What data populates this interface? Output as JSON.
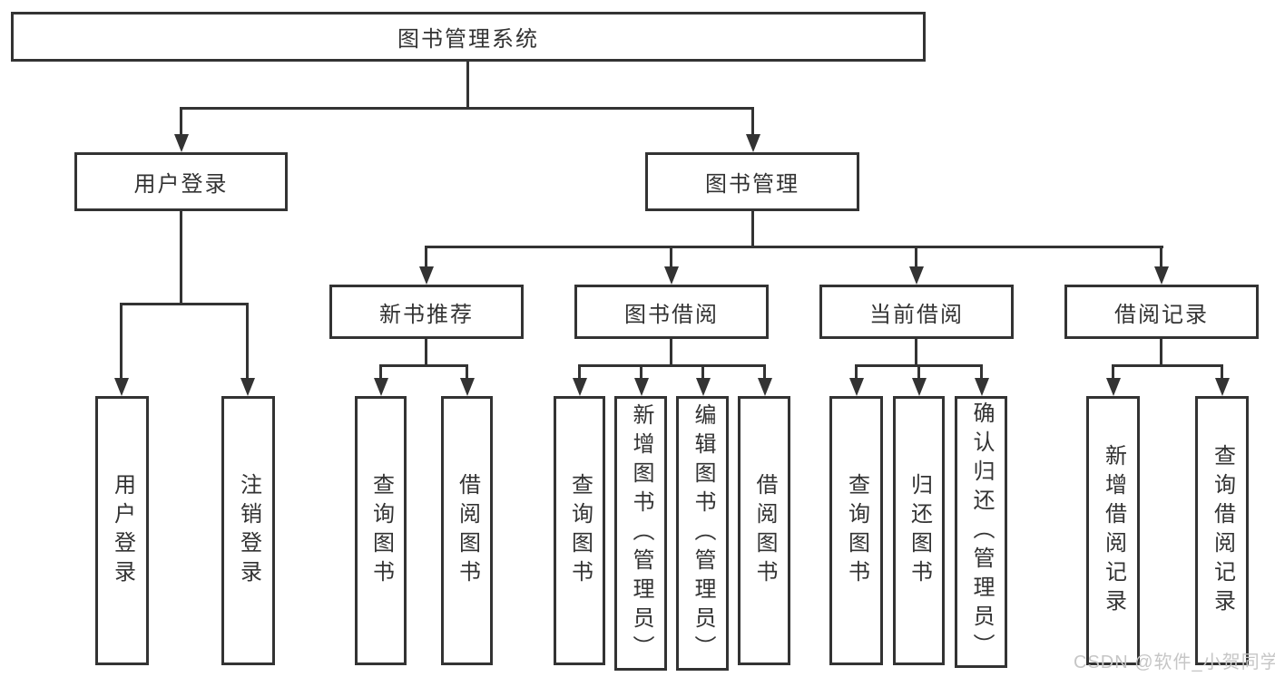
{
  "tree": {
    "root": {
      "label": "图书管理系统",
      "children": [
        {
          "label": "用户登录",
          "children": [
            {
              "label": "用户登录"
            },
            {
              "label": "注销登录"
            }
          ]
        },
        {
          "label": "图书管理",
          "children": [
            {
              "label": "新书推荐",
              "children": [
                {
                  "label": "查询图书"
                },
                {
                  "label": "借阅图书"
                }
              ]
            },
            {
              "label": "图书借阅",
              "children": [
                {
                  "label": "查询图书"
                },
                {
                  "label": "新增图书（管理员）"
                },
                {
                  "label": "编辑图书（管理员）"
                },
                {
                  "label": "借阅图书"
                }
              ]
            },
            {
              "label": "当前借阅",
              "children": [
                {
                  "label": "查询图书"
                },
                {
                  "label": "归还图书"
                },
                {
                  "label": "确认归还（管理员）"
                }
              ]
            },
            {
              "label": "借阅记录",
              "children": [
                {
                  "label": "新增借阅记录"
                },
                {
                  "label": "查询借阅记录"
                }
              ]
            }
          ]
        }
      ]
    }
  },
  "watermark": {
    "text": "CSDN @软件_小贺同学"
  },
  "colors": {
    "line": "#333333",
    "border": "#333333",
    "text": "#333333",
    "watermark": "#c6c6c6",
    "bg": "#ffffff"
  }
}
